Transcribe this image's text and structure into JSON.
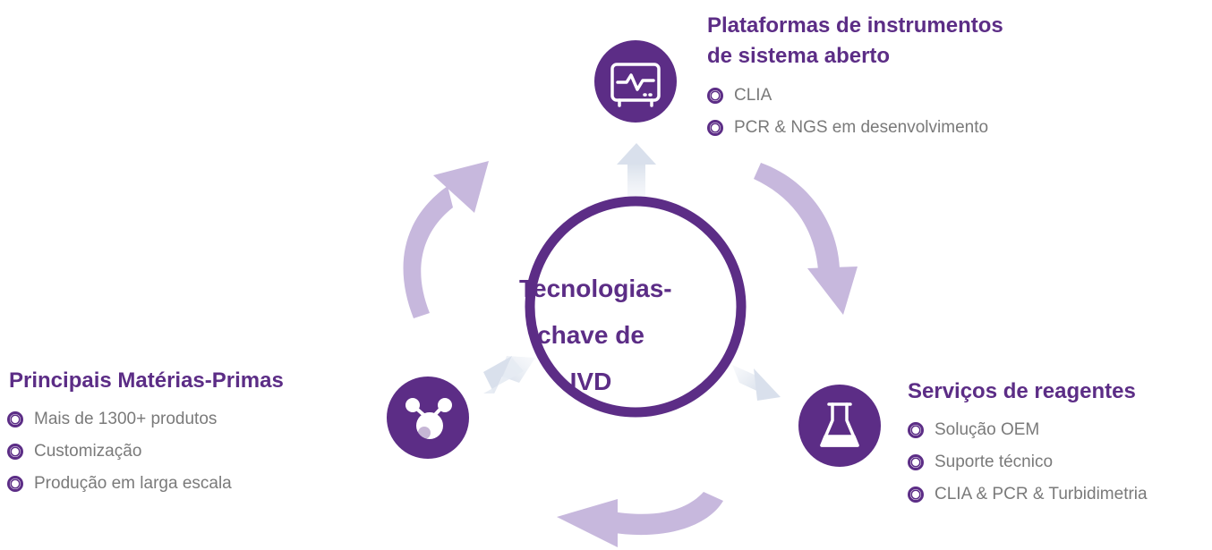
{
  "center": {
    "line1": "Tecnologias-",
    "line2": "chave de IVD"
  },
  "top_node": {
    "title_line1": "Plataformas de instrumentos",
    "title_line2": "de sistema aberto",
    "items": [
      "CLIA",
      "PCR & NGS em desenvolvimento"
    ],
    "icon": "monitor-icon"
  },
  "left_node": {
    "title": "Principais Matérias-Primas",
    "items": [
      "Mais de 1300+ produtos",
      "Customização",
      "Produção em larga escala"
    ],
    "icon": "molecule-icon"
  },
  "right_node": {
    "title": "Serviços de reagentes",
    "items": [
      "Solução OEM",
      "Suporte técnico",
      "CLIA & PCR & Turbidimetria"
    ],
    "icon": "flask-icon"
  },
  "colors": {
    "primary": "#5c2d86",
    "arrow": "#c7b8dd",
    "spoke": "#dde3ee",
    "text": "#7a7a7a"
  }
}
